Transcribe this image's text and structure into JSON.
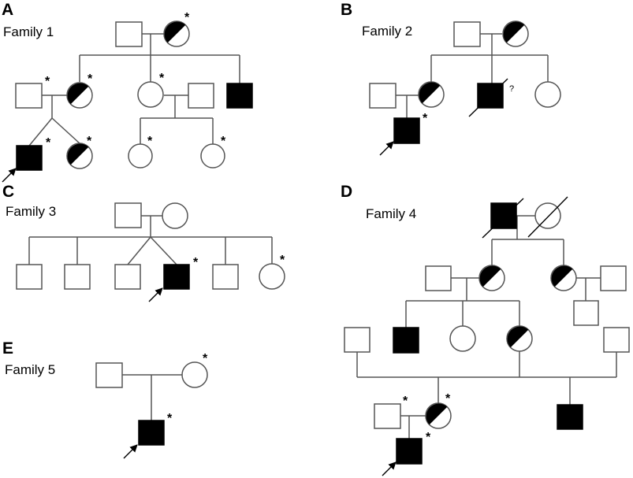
{
  "panels": [
    {
      "letter": "A",
      "family": "Family 1"
    },
    {
      "letter": "B",
      "family": "Family 2"
    },
    {
      "letter": "C",
      "family": "Family 3"
    },
    {
      "letter": "D",
      "family": "Family 4"
    },
    {
      "letter": "E",
      "family": "Family 5"
    }
  ],
  "marks": {
    "star": "*",
    "question": "?"
  }
}
